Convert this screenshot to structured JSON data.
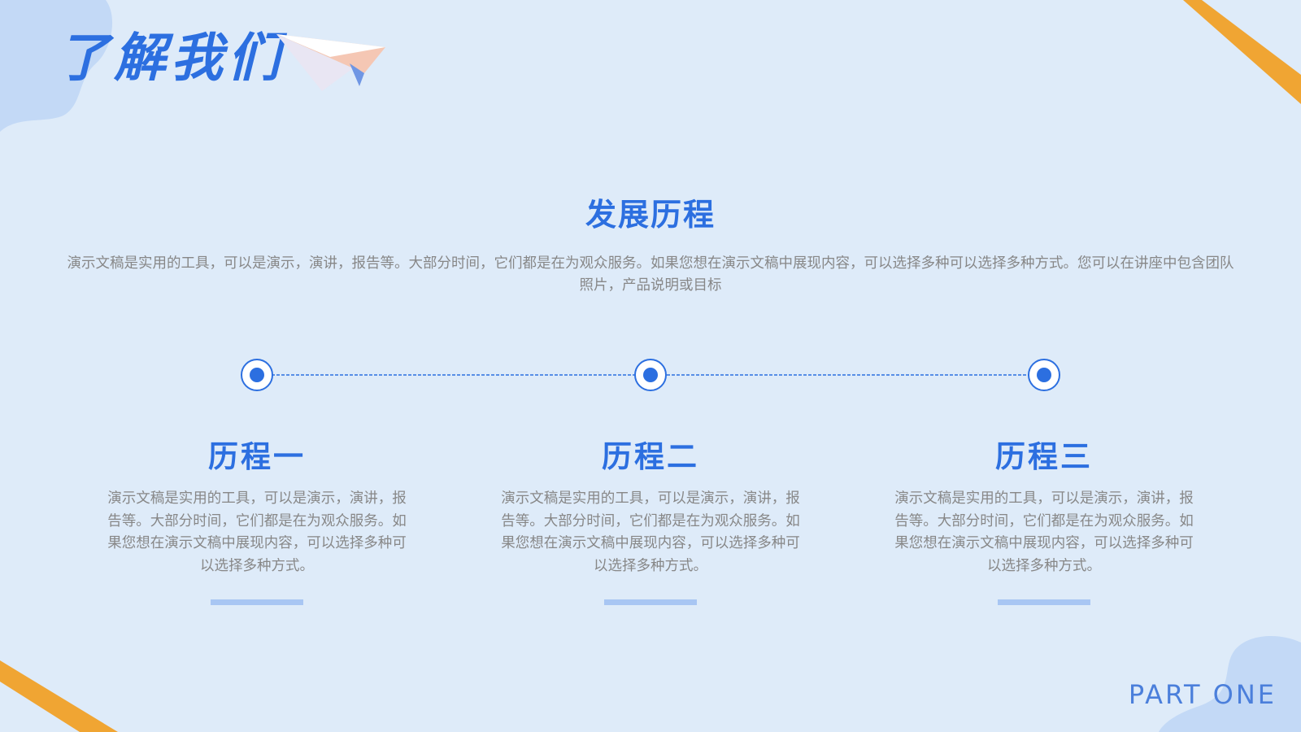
{
  "page": {
    "title": "了解我们",
    "footer_label": "PART ONE"
  },
  "section": {
    "title": "发展历程",
    "description": "演示文稿是实用的工具，可以是演示，演讲，报告等。大部分时间，它们都是在为观众服务。如果您想在演示文稿中展现内容，可以选择多种可以选择多种方式。您可以在讲座中包含团队照片，产品说明或目标"
  },
  "milestones": [
    {
      "title": "历程一",
      "text": "演示文稿是实用的工具，可以是演示，演讲，报告等。大部分时间，它们都是在为观众服务。如果您想在演示文稿中展现内容，可以选择多种可以选择多种方式。"
    },
    {
      "title": "历程二",
      "text": "演示文稿是实用的工具，可以是演示，演讲，报告等。大部分时间，它们都是在为观众服务。如果您想在演示文稿中展现内容，可以选择多种可以选择多种方式。"
    },
    {
      "title": "历程三",
      "text": "演示文稿是实用的工具，可以是演示，演讲，报告等。大部分时间，它们都是在为观众服务。如果您想在演示文稿中展现内容，可以选择多种可以选择多种方式。"
    }
  ],
  "colors": {
    "background": "#deebf9",
    "primary_blue": "#2c6fe0",
    "light_blue": "#a8c6f3",
    "blob_blue": "#c3d9f6",
    "accent_orange": "#f0a533",
    "body_text": "#878787"
  },
  "icons": {
    "title_decoration": "paper-plane-icon",
    "timeline_node": "target-circle-icon"
  }
}
